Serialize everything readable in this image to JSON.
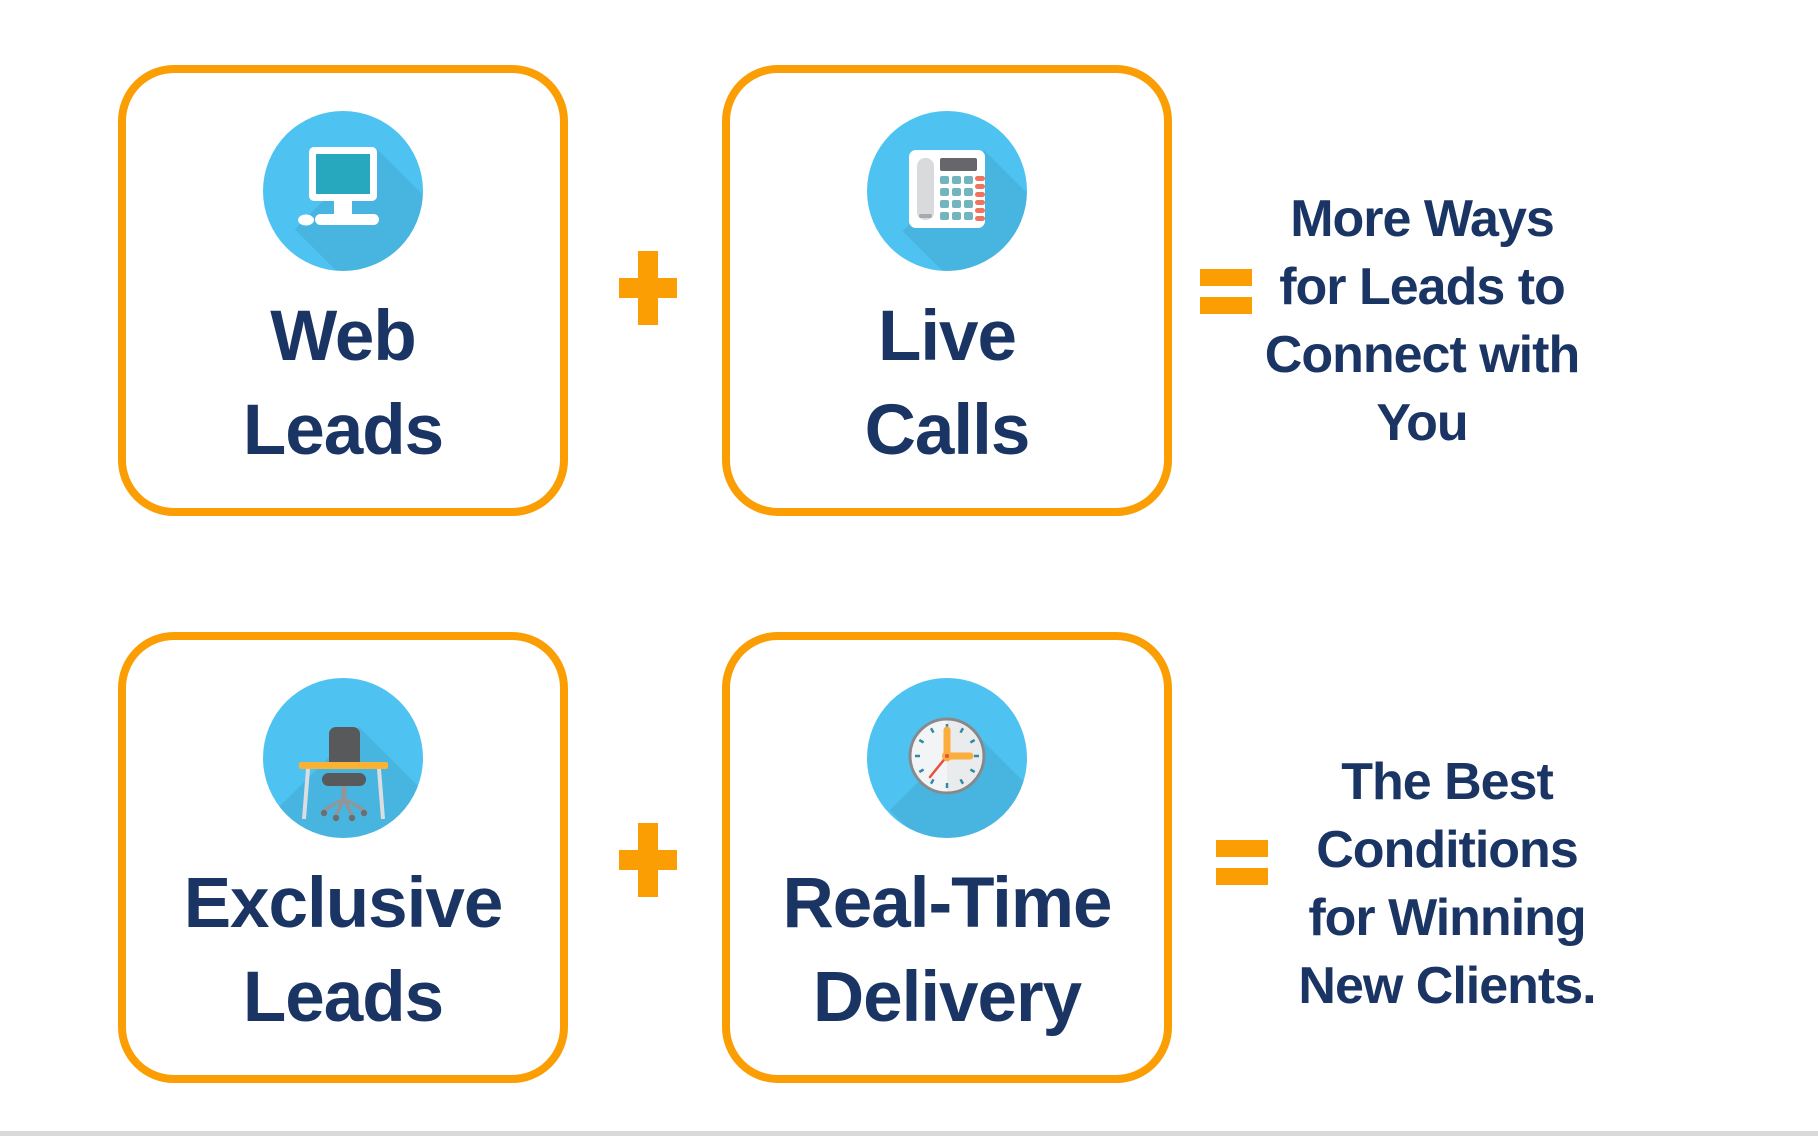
{
  "colors": {
    "accent_orange": "#FB9E04",
    "navy_text": "#1A3564",
    "icon_circle_blue": "#4EC3F1",
    "screen_teal": "#27A8BE",
    "keypad_teal": "#72B5BF",
    "phone_red_buttons": "#F1735C",
    "desk_orange": "#F9B233",
    "clock_hands_orange": "#FBAE3C",
    "clock_second_red": "#E8523F",
    "chair_gray": "#58595B"
  },
  "equation_rows": [
    {
      "cards": [
        {
          "icon": "computer-icon",
          "label_lines": [
            "Web",
            "Leads"
          ]
        },
        {
          "icon": "phone-icon",
          "label_lines": [
            "Live",
            "Calls"
          ]
        }
      ],
      "plus_sign": "+",
      "equals_sign": "=",
      "result_lines": [
        "More Ways",
        "for Leads to",
        "Connect with",
        "You"
      ]
    },
    {
      "cards": [
        {
          "icon": "desk-chair-icon",
          "label_lines": [
            "Exclusive",
            "Leads"
          ]
        },
        {
          "icon": "clock-icon",
          "label_lines": [
            "Real-Time",
            "Delivery"
          ]
        }
      ],
      "plus_sign": "+",
      "equals_sign": "=",
      "result_lines": [
        "The Best",
        "Conditions",
        "for Winning",
        "New Clients."
      ]
    }
  ]
}
